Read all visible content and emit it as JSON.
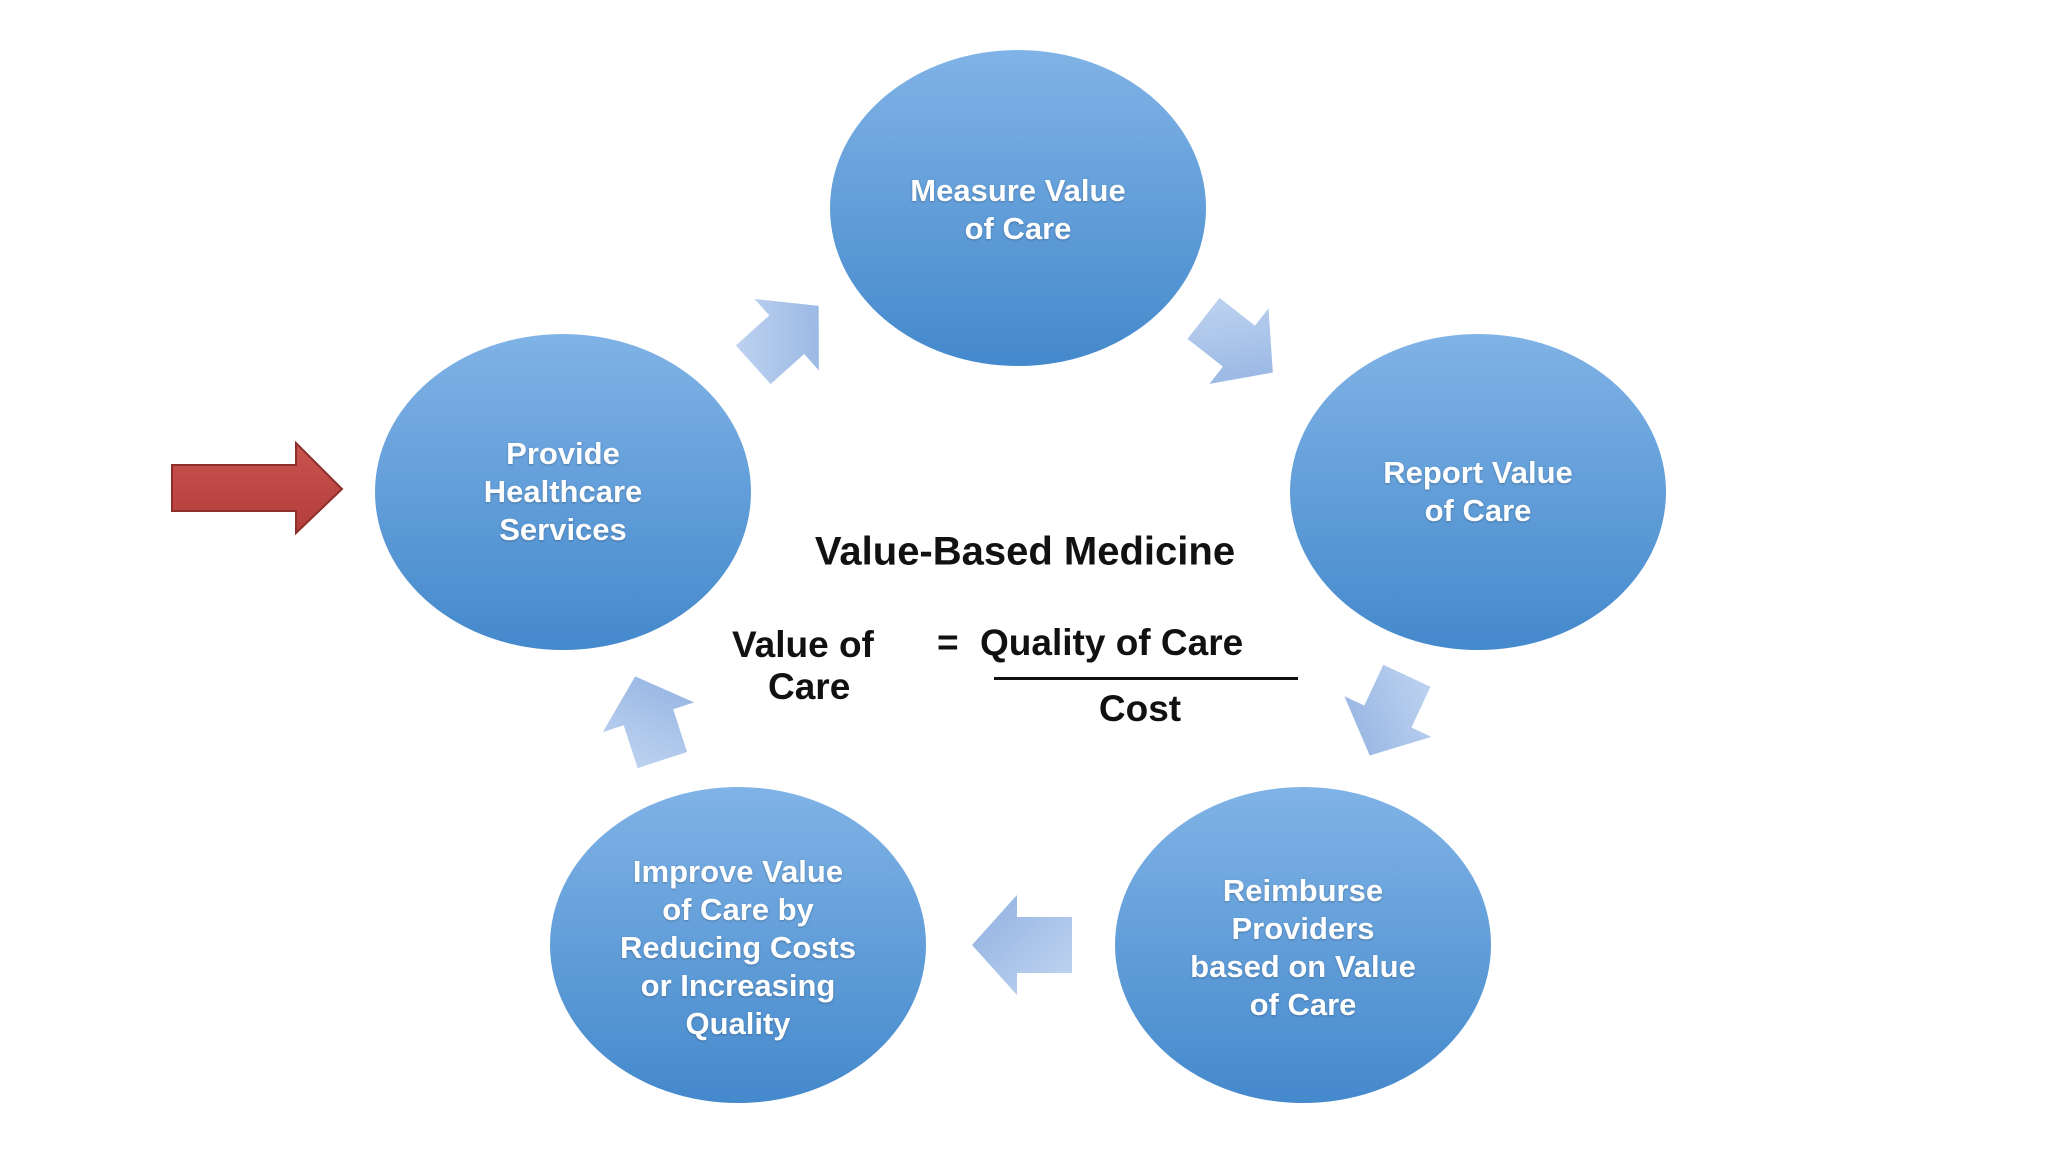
{
  "diagram": {
    "title": "Value-Based Medicine",
    "nodes": [
      {
        "id": "measure",
        "label": "Measure Value\nof Care"
      },
      {
        "id": "report",
        "label": "Report Value\nof Care"
      },
      {
        "id": "reimburse",
        "label": "Reimburse\nProviders\nbased on Value\nof Care"
      },
      {
        "id": "improve",
        "label": "Improve Value\nof Care by\nReducing Costs\nor Increasing\nQuality"
      },
      {
        "id": "provide",
        "label": "Provide\nHealthcare\nServices"
      }
    ],
    "equation": {
      "lhs_line1": "Value of",
      "lhs_line2": "Care",
      "equals": "=",
      "numerator": "Quality of Care",
      "denominator": "Cost"
    },
    "colors": {
      "node_light": "#7fb2e6",
      "node_dark": "#4a90d0",
      "cycle_arrow": "#a9c3ea",
      "pointer_arrow": "#c0504d"
    }
  }
}
